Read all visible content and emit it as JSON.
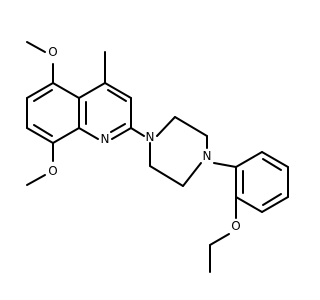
{
  "atoms": {
    "n_quinoline": "N",
    "n_piperazine_1": "N",
    "n_piperazine_2": "N",
    "o_methoxy_5": "O",
    "o_methoxy_8": "O",
    "o_ethoxy": "O"
  },
  "colors": {
    "bond": "#000000",
    "label": "#000000",
    "background": "#ffffff"
  }
}
